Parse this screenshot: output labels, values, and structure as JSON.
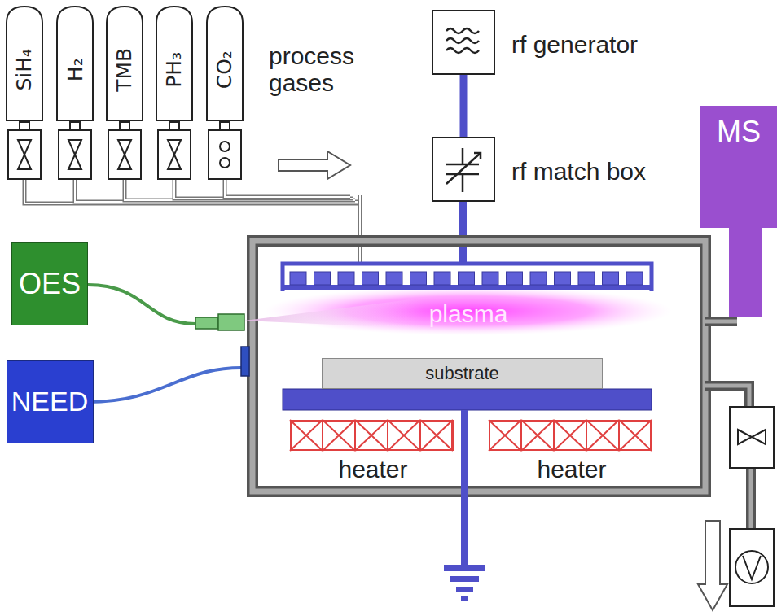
{
  "diagram": {
    "nodes": [
      {
        "text": [
          "SiH₄"
        ]
      },
      {
        "text": [
          "H₂"
        ]
      },
      {
        "text": [
          "TMB"
        ]
      },
      {
        "text": [
          "PH₃"
        ]
      },
      {
        "text": [
          "CO₂"
        ]
      },
      {
        "text": [
          "rf generator"
        ]
      },
      {
        "text": [
          "rf match box"
        ]
      },
      {
        "text": [
          "MS"
        ]
      },
      {
        "text": [
          "OES"
        ]
      },
      {
        "text": [
          "plasma"
        ]
      },
      {
        "text": [
          "NEED"
        ]
      },
      {
        "text": [
          "substrate"
        ]
      },
      {
        "text": [
          "heater"
        ]
      },
      {
        "text": [
          "heater"
        ]
      }
    ],
    "edges": [
      {
        "from": 5,
        "to": 6,
        "arrow": "none"
      }
    ],
    "labels": [
      "process gases"
    ]
  }
}
